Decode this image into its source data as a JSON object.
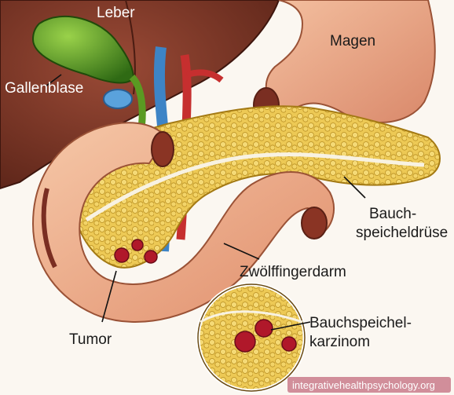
{
  "labels": {
    "liver": "Leber",
    "stomach": "Magen",
    "gallbladder": "Gallenblase",
    "pancreas_line1": "Bauch-",
    "pancreas_line2": "speicheldrüse",
    "duodenum": "Zwölffingerdarm",
    "tumor": "Tumor",
    "carcinoma_line1": "Bauchspeichel-",
    "carcinoma_line2": "karzinom"
  },
  "watermark": "integrativehealthpsychology.org",
  "colors": {
    "liver": "#7a3a2a",
    "gallbladder": "#3f7a1f",
    "stomach": "#e7a27e",
    "pancreas": "#e8c14a",
    "duodenum": "#efb08c",
    "tumor": "#b0182a",
    "vein": "#3d84c6",
    "artery": "#c62f2f",
    "watermark_bg": "#c97b8b"
  }
}
